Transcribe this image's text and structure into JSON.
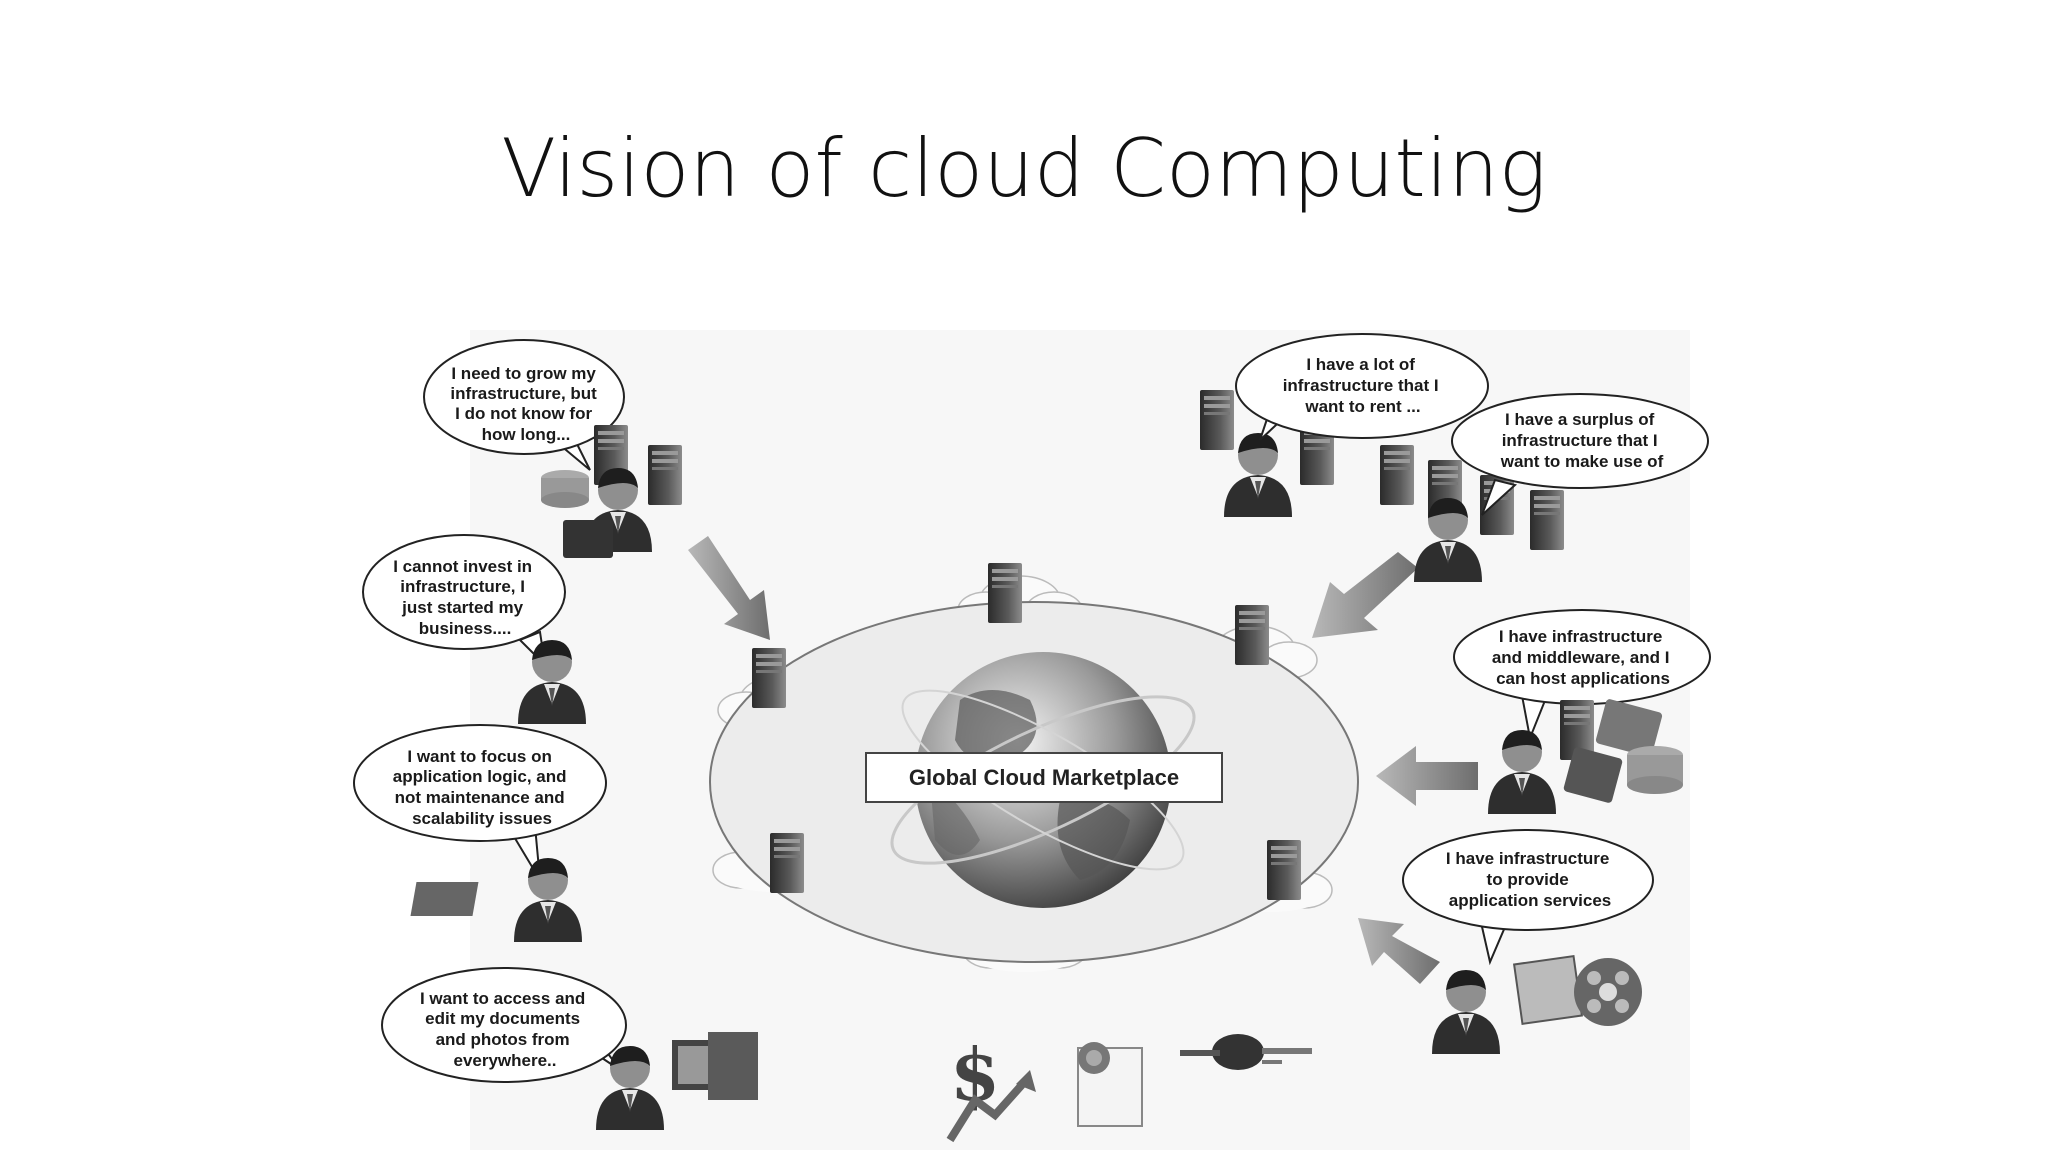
{
  "slide": {
    "title": "Vision of cloud Computing"
  },
  "diagram": {
    "center_label": "Global Cloud Marketplace",
    "consumers": [
      {
        "id": "grow",
        "lines": [
          "I need to grow my",
          "infrastructure, but",
          "I do not know for",
          "how long..."
        ]
      },
      {
        "id": "invest",
        "lines": [
          "I cannot invest in",
          "infrastructure, I",
          "just started my",
          "business...."
        ]
      },
      {
        "id": "focus",
        "lines": [
          "I want to focus on",
          "application logic, and",
          "not maintenance and",
          "scalability issues"
        ]
      },
      {
        "id": "access",
        "lines": [
          "I want to access and",
          "edit my documents",
          "and photos from",
          "everywhere.."
        ]
      }
    ],
    "providers": [
      {
        "id": "rent",
        "lines": [
          "I have a lot of",
          "infrastructure that I",
          "want to rent ..."
        ]
      },
      {
        "id": "surplus",
        "lines": [
          "I have a surplus of",
          "infrastructure that I",
          "want to make use of"
        ]
      },
      {
        "id": "middleware",
        "lines": [
          "I have infrastructure",
          "and middleware, and I",
          "can host applications"
        ]
      },
      {
        "id": "services",
        "lines": [
          "I have infrastructure",
          "to provide",
          "application services"
        ]
      }
    ],
    "icons": [
      "globe-icon",
      "server-icon",
      "cloud-icon",
      "person-icon",
      "arrow-icon",
      "dollar-growth-icon",
      "certificate-icon",
      "plug-icon",
      "database-icon",
      "gears-icon",
      "film-reel-icon",
      "calendar-icon",
      "computer-icon",
      "toolbox-icon",
      "briefcase-icon"
    ],
    "colors": {
      "ink": "#1a1a1a",
      "ring_fill": "#ececec",
      "ring_stroke": "#777777",
      "arrow": "#8a8a8a"
    }
  }
}
